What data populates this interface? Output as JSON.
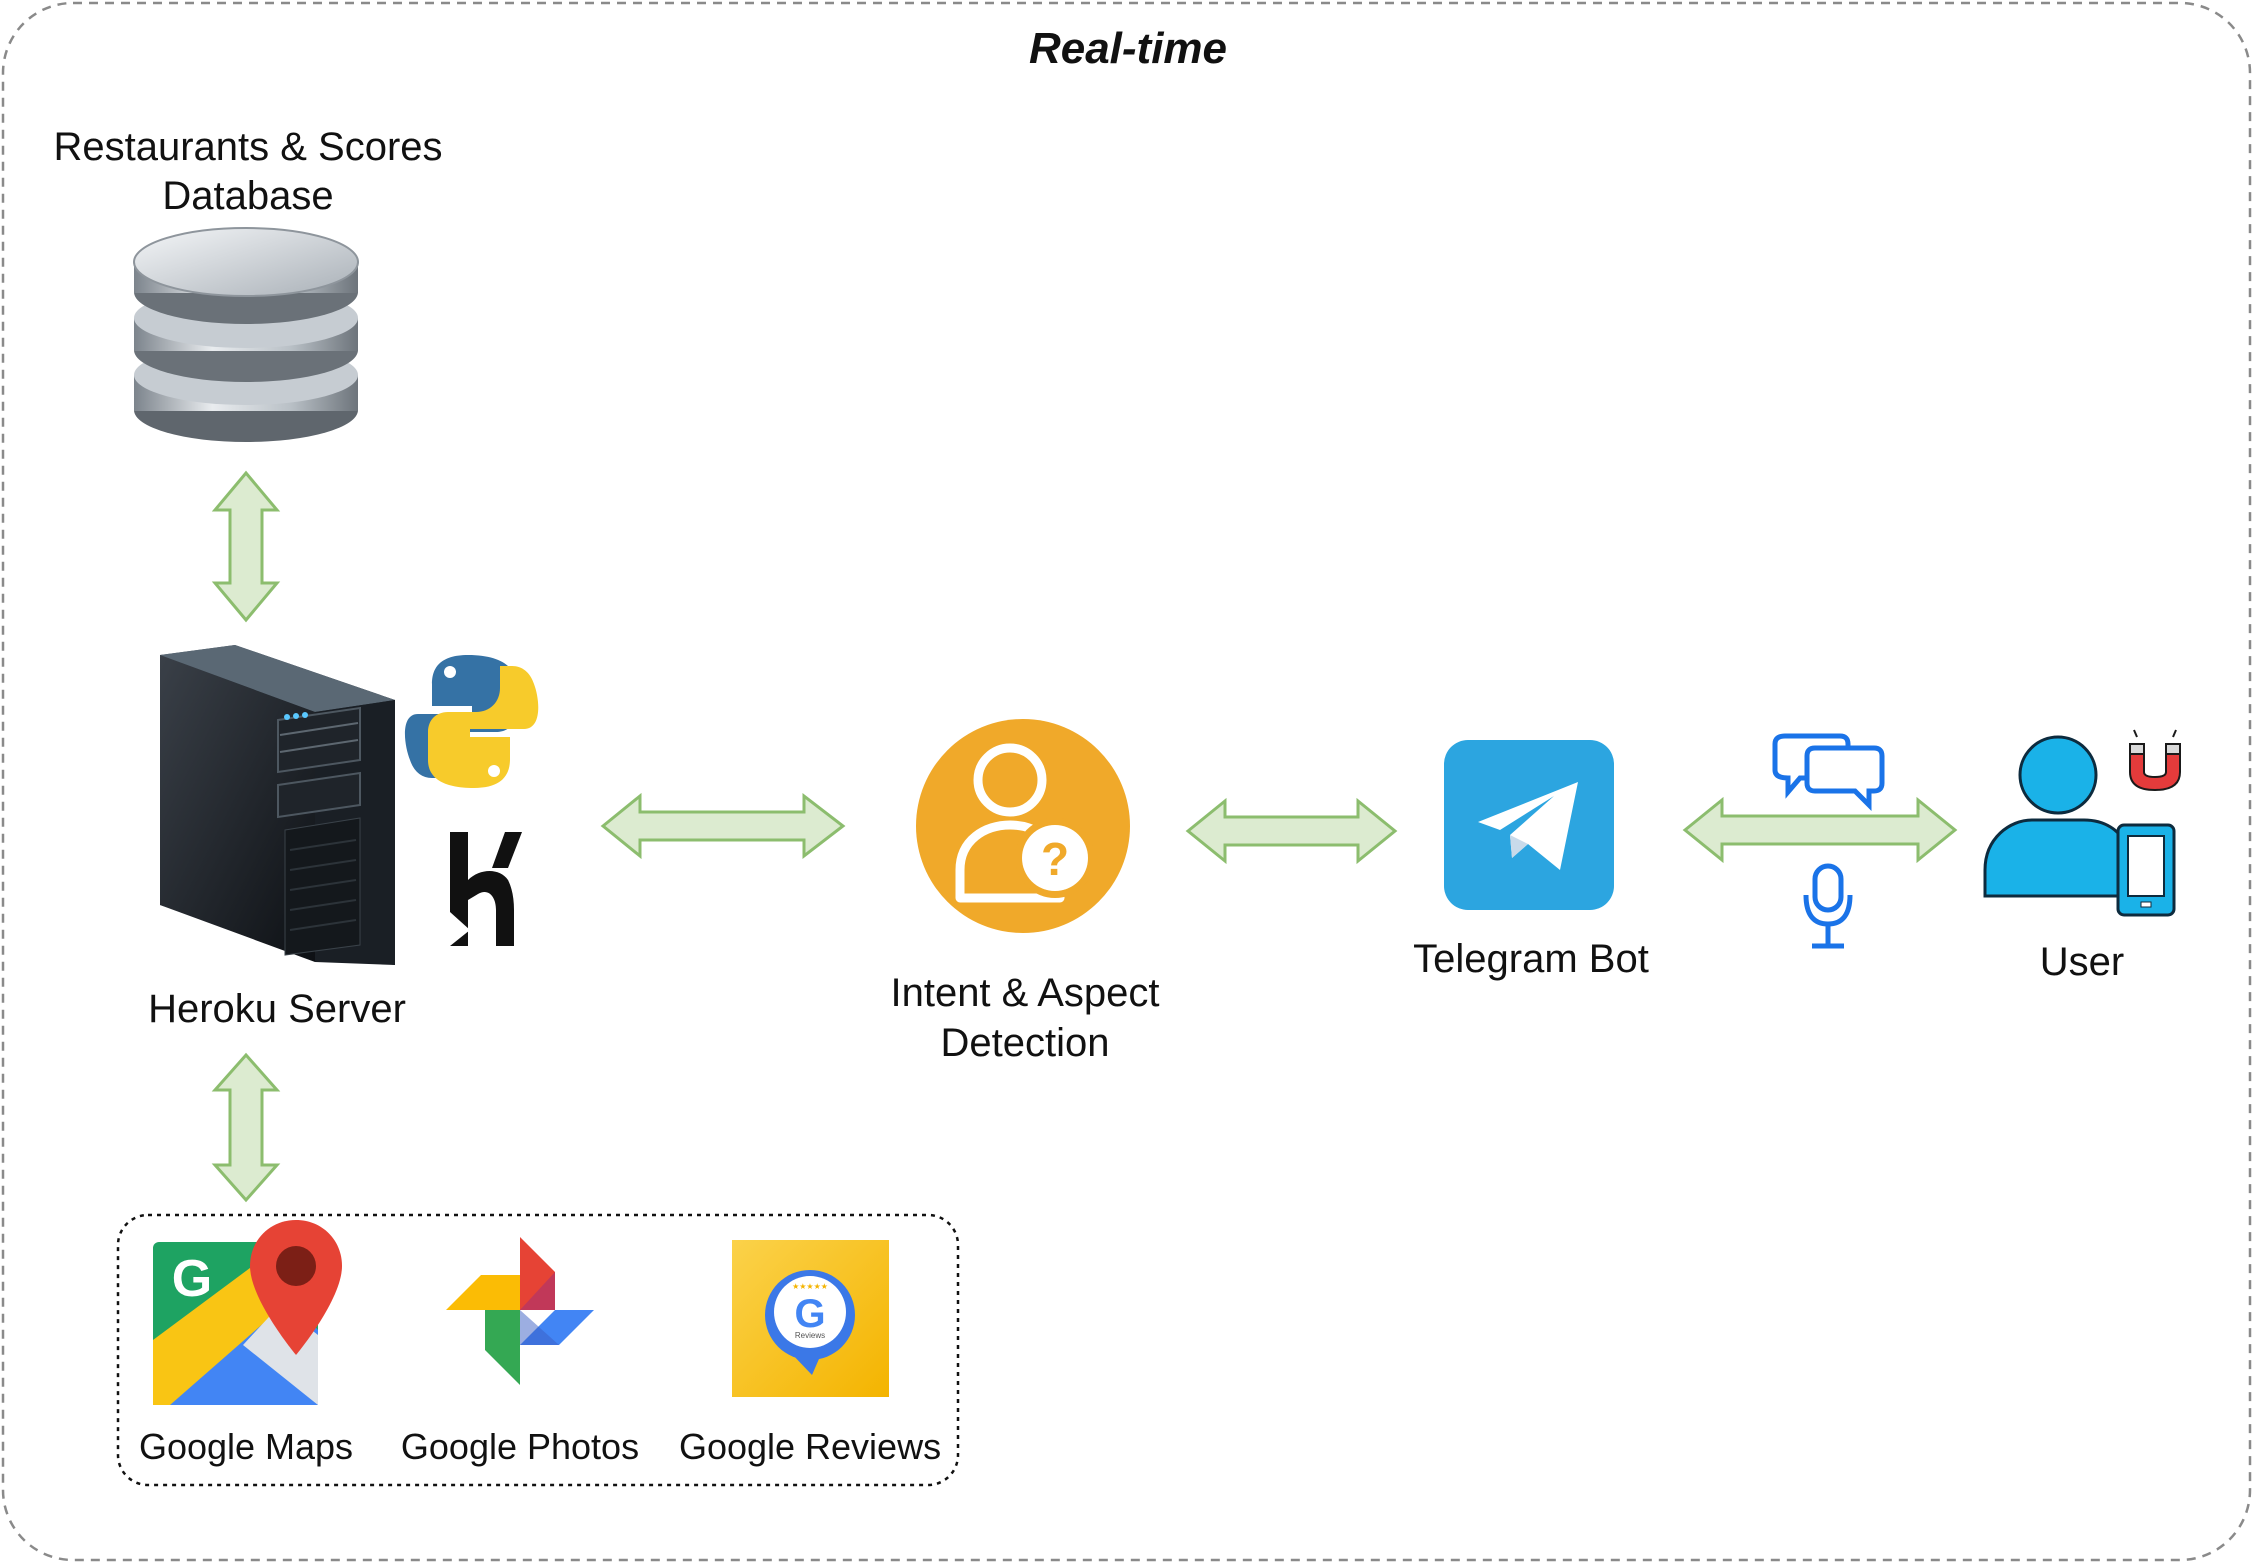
{
  "title": "Real-time",
  "database": {
    "label_line1": "Restaurants & Scores",
    "label_line2": "Database"
  },
  "server": {
    "label": "Heroku Server"
  },
  "intent": {
    "label_line1": "Intent & Aspect",
    "label_line2": "Detection"
  },
  "telegram": {
    "label": "Telegram Bot"
  },
  "user": {
    "label": "User"
  },
  "services": [
    {
      "label": "Google Maps"
    },
    {
      "label": "Google Photos"
    },
    {
      "label": "Google Reviews"
    }
  ],
  "icons": {
    "database": "database-icon",
    "server": "server-tower-icon",
    "python": "python-logo-icon",
    "heroku": "heroku-logo-icon",
    "intent": "user-question-icon",
    "telegram": "telegram-logo-icon",
    "chat": "chat-bubbles-icon",
    "mic": "microphone-icon",
    "user": "user-icon",
    "phone": "smartphone-icon",
    "magnet": "magnet-icon",
    "maps": "google-maps-logo-icon",
    "photos": "google-photos-logo-icon",
    "reviews": "google-reviews-logo-icon"
  },
  "colors": {
    "arrow_fill": "#dcebd0",
    "arrow_stroke": "#8cbd6e",
    "intent_orange": "#f0a92a",
    "telegram_blue": "#2ca5e0",
    "user_blue": "#1ab2e8",
    "border_gray": "#8a8a8a"
  }
}
